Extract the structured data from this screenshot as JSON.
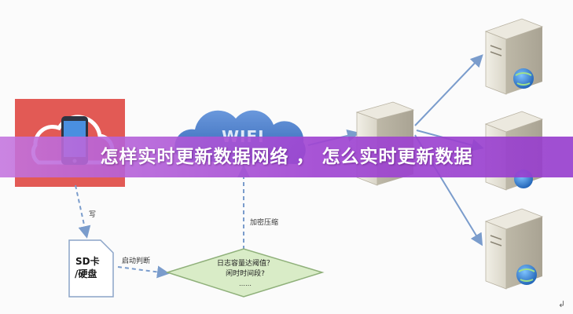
{
  "banner": {
    "title": "怎样实时更新数据网络 ， 怎么实时更新数据"
  },
  "diagram": {
    "cloud_label": "WIFI",
    "storage_label_line1": "SD卡",
    "storage_label_line2": "/硬盘",
    "edge_write": "写",
    "edge_start_judge": "启动判断",
    "edge_encrypt_compress": "加密压缩",
    "decision_line1": "日志容量达阈值？",
    "decision_line2": "闲时时间段?",
    "decision_line3": "……",
    "corner_mark": "↲"
  },
  "colors": {
    "banner_start": "#c474de",
    "banner_end": "#9a3ccd",
    "phone_panel": "#e25a55",
    "cloud": "#3f74c4",
    "decision_fill": "#d9ecc7",
    "arrow": "#7a9ccc"
  },
  "icons": [
    "phone-icon",
    "cloud-icon",
    "server-icon",
    "globe-icon",
    "sd-card-icon"
  ]
}
